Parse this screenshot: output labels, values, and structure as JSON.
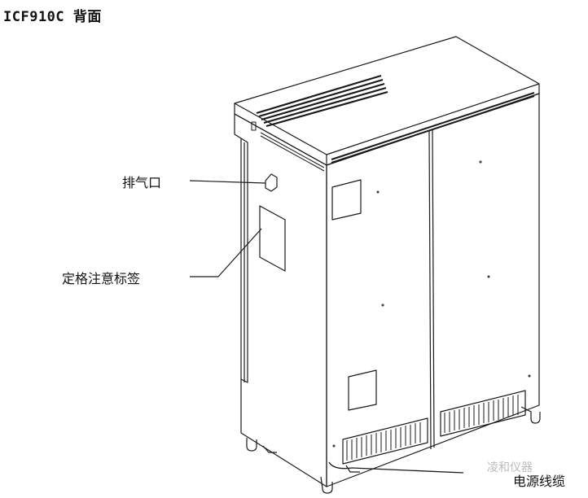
{
  "title": "ICF910C 背面",
  "callouts": {
    "exhaust": "排气口",
    "rating_label": "定格注意标签",
    "power_cable": "电源线缆"
  },
  "watermark": "凌和仪器",
  "colors": {
    "line": "#1a1a1a",
    "background": "#ffffff"
  }
}
